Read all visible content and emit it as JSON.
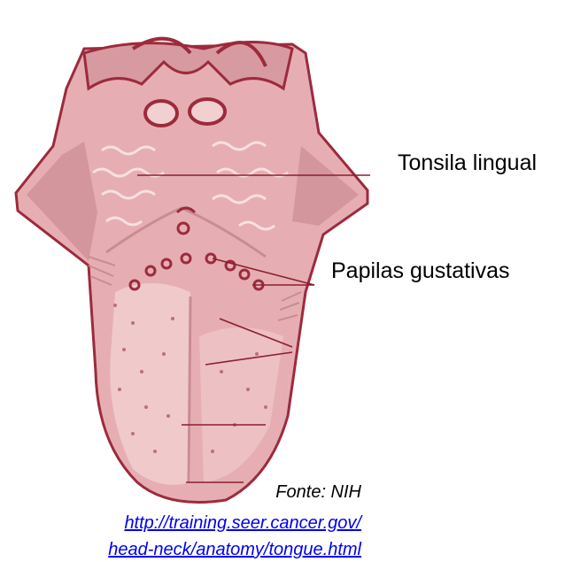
{
  "labels": {
    "tonsila": "Tonsila lingual",
    "papilas": "Papilas gustativas"
  },
  "source": {
    "credit": "Fonte: NIH",
    "link_line_1": "http://training.seer.cancer.gov/",
    "link_line_2": "head-neck/anatomy/tongue.html"
  },
  "colors": {
    "tongue": "#e6aeb3",
    "tongue_light": "#f2cfd1",
    "tongue_dark": "#c98c93",
    "outline": "#9c2b3c",
    "leader": "#8b1e2e",
    "link": "#0000ee"
  }
}
